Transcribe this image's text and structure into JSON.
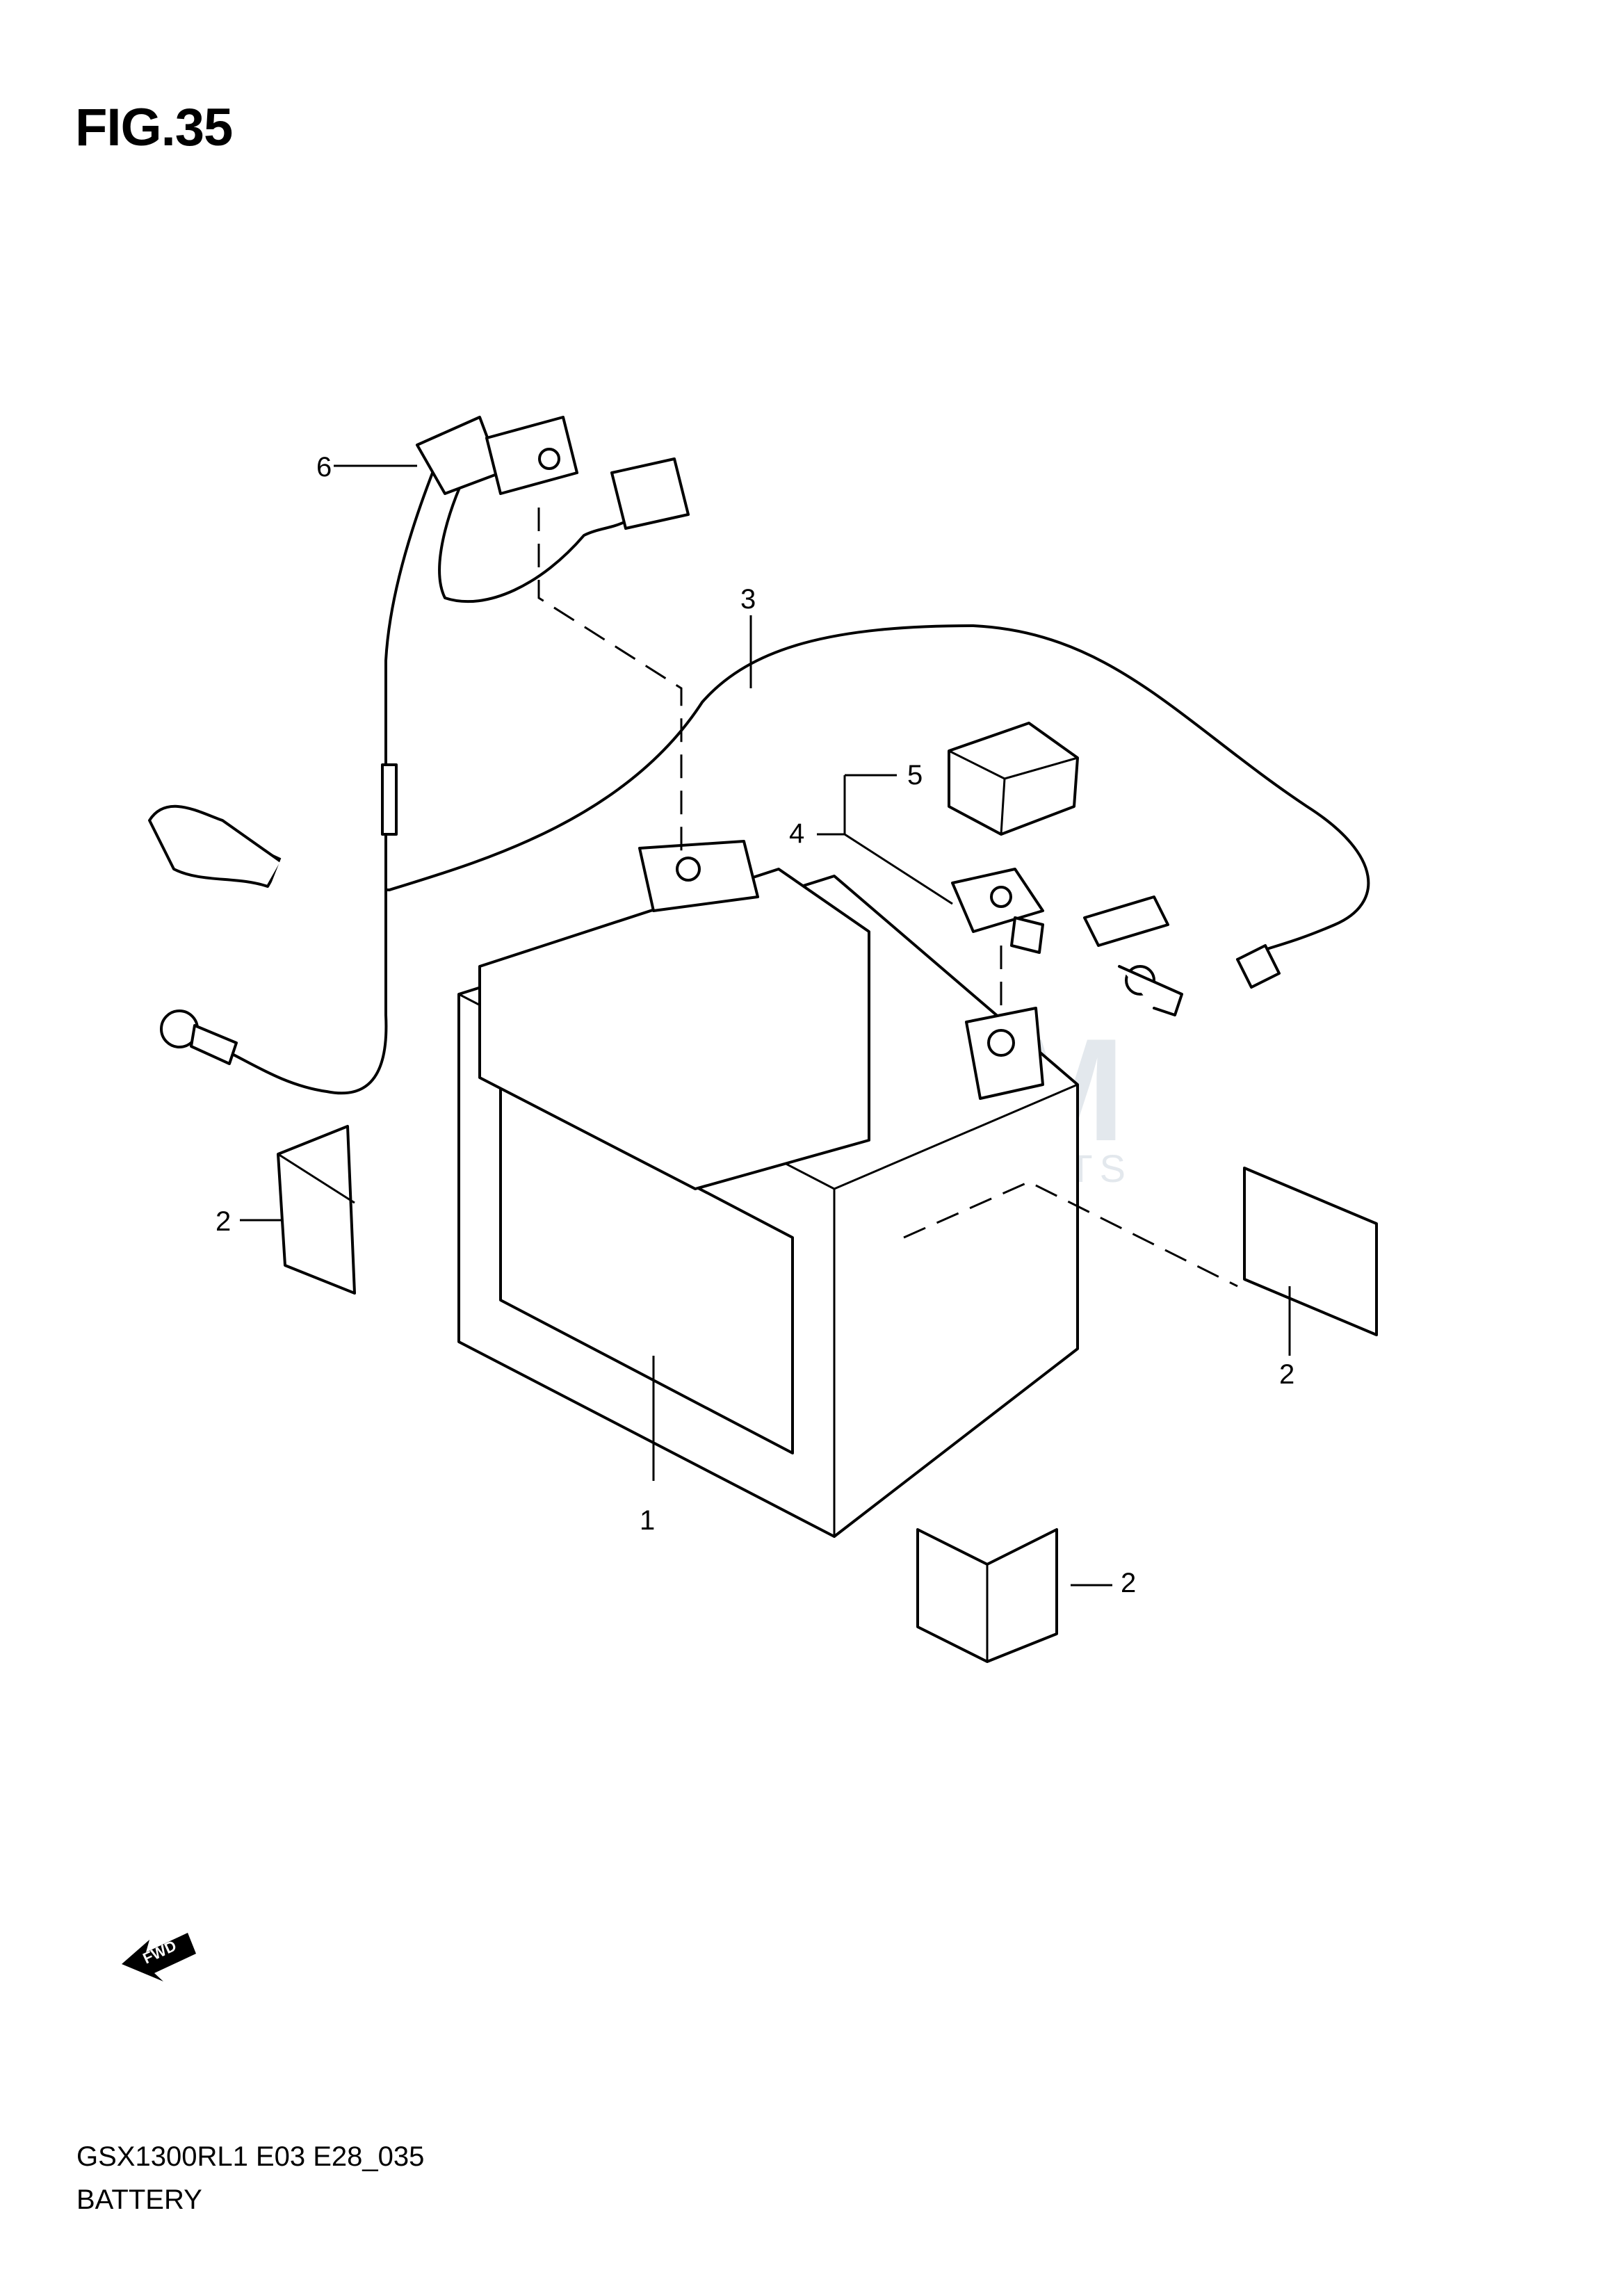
{
  "figure": {
    "title": "FIG.35"
  },
  "footer": {
    "model_code": "GSX1300RL1 E03 E28_035",
    "name": "BATTERY"
  },
  "callouts": [
    {
      "id": "battery",
      "number": "1"
    },
    {
      "id": "pad-left",
      "number": "2"
    },
    {
      "id": "pad-right",
      "number": "2"
    },
    {
      "id": "pad-bottom",
      "number": "2"
    },
    {
      "id": "cable-positive",
      "number": "3"
    },
    {
      "id": "terminal-set",
      "number": "4"
    },
    {
      "id": "terminal-cover",
      "number": "5"
    },
    {
      "id": "ground-lead",
      "number": "6"
    }
  ],
  "watermark": {
    "brand": "OSM",
    "sub": "MOTORPARTS",
    "color": "#cdd6df"
  },
  "direction_indicator": {
    "label": "FWD",
    "icon": "fwd-arrow-icon"
  }
}
